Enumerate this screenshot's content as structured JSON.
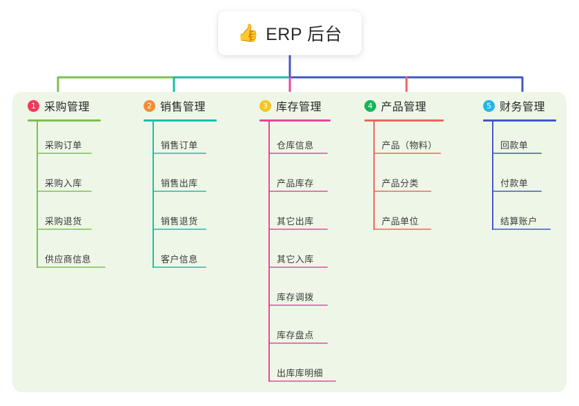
{
  "title": {
    "emoji": "👍",
    "emoji_name": "thumbs-up-icon",
    "text": "ERP 后台"
  },
  "theme": {
    "page_background": "#ffffff",
    "panel_background": "#eef7e7",
    "card_background": "#ffffff",
    "text_color": "#262626"
  },
  "columns": [
    {
      "number": "1",
      "title": "采购管理",
      "badge_color": "#f2385a",
      "line_color": "#7cbf4f",
      "items": [
        "采购订单",
        "采购入库",
        "采购退货",
        "供应商信息"
      ]
    },
    {
      "number": "2",
      "title": "销售管理",
      "badge_color": "#f58b33",
      "line_color": "#16bfa8",
      "items": [
        "销售订单",
        "销售出库",
        "销售退货",
        "客户信息"
      ]
    },
    {
      "number": "3",
      "title": "库存管理",
      "badge_color": "#f6c620",
      "line_color": "#e8469a",
      "items": [
        "仓库信息",
        "产品库存",
        "其它出库",
        "其它入库",
        "库存调拨",
        "库存盘点",
        "出库库明细"
      ]
    },
    {
      "number": "4",
      "title": "产品管理",
      "badge_color": "#17b55b",
      "line_color": "#f2635f",
      "items": [
        "产品（物料）",
        "产品分类",
        "产品单位"
      ]
    },
    {
      "number": "5",
      "title": "财务管理",
      "badge_color": "#22b6e8",
      "line_color": "#4257c4",
      "items": [
        "回款单",
        "付款单",
        "结算账户"
      ]
    }
  ]
}
